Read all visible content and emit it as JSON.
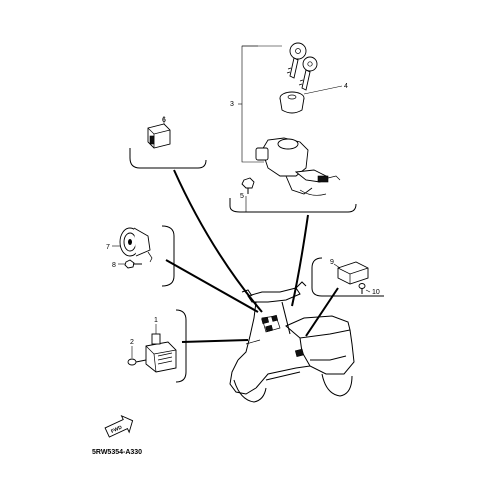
{
  "callouts": {
    "c1": "1",
    "c2": "2",
    "c3": "3",
    "c4": "4",
    "c5": "5",
    "c6": "6",
    "c7": "7",
    "c8": "8",
    "c9": "9",
    "c10": "10"
  },
  "fwd_label": "FWD",
  "diagram_code": "5RW5354-A330"
}
